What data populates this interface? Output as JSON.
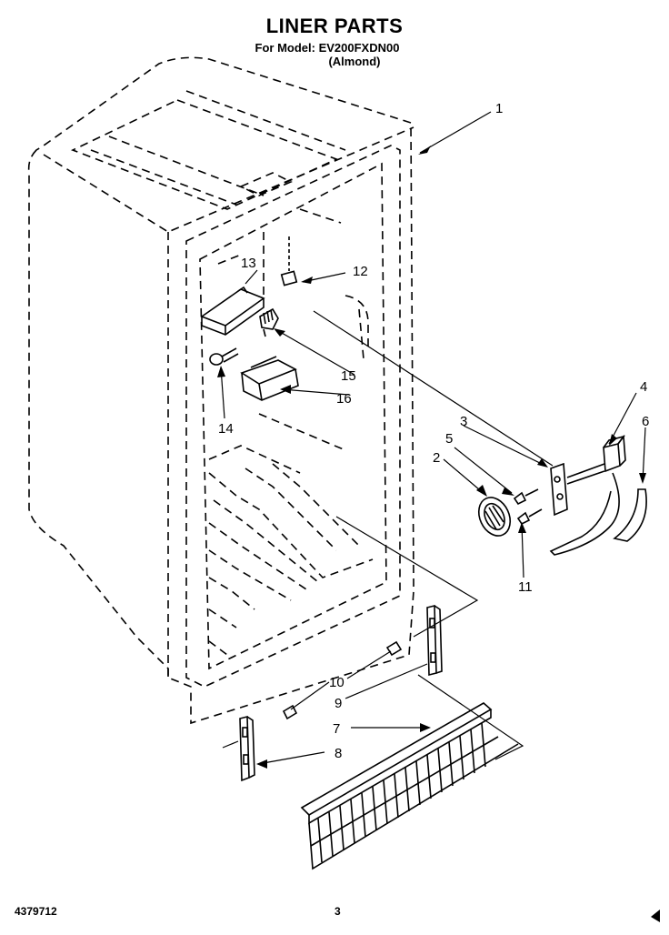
{
  "header": {
    "title": "LINER PARTS",
    "model_line": "For Model: EV200FXDN00",
    "color_line": "(Almond)"
  },
  "callouts": [
    "1",
    "2",
    "3",
    "4",
    "5",
    "6",
    "7",
    "8",
    "9",
    "10",
    "11",
    "12",
    "13",
    "14",
    "15",
    "16"
  ],
  "footer": {
    "doc_number": "4379712",
    "page_number": "3"
  }
}
